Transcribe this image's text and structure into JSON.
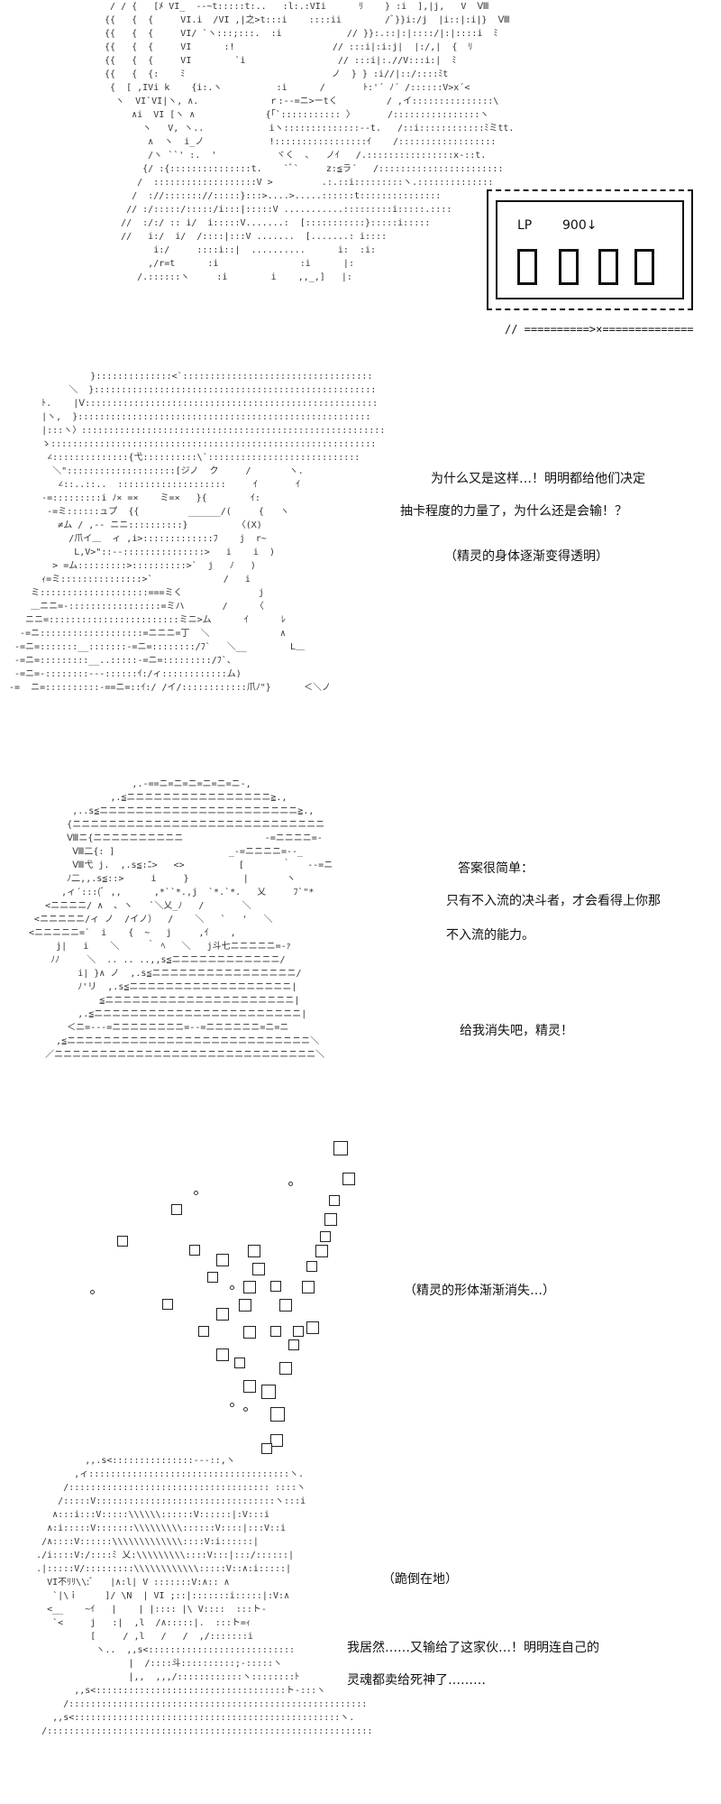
{
  "panel1": {
    "art": [
      "  / / {   [ﾒ VI_  --~t:::::t:..   :l:.:VIi      ﾘ    } :i  ],|j,   V  Ⅷ",
      " {{   {  {     VI.i  /VI ,|之>t:::i    ::::ii        /ﾞ}}i:/j  |i::|:i|}  Ⅷ",
      " {{   {  {     VI/ `ヽ:::;:::.  :i            // }}:.::|:|::::/|:|::::i  ﾐ",
      " {{   {  {     VI      :!                  // :::i|:i:j|  |:/,|  {  ﾘ",
      " {{   {  {     VI        `i                 // :::i|:.//V:::i:|  ﾐ",
      " {{   {  {:    ﾐ                           ノ  } } :i//|::/::::ﾐt",
      "  {  [ ,IVi k    {i:.ヽ          :i      /       ﾄ:'´ ﾉ´ /::::::V>x´<",
      "   ヽ  VI`VI|ヽ, ∧.             ｒ:-‐=ニ>ーtく         / ,イ:::::::::::::::\\",
      "      ∧i  VI [ヽ ∧             {「`::::::::::: 〉      /::::::::::::::::ヽ",
      "        ヽ   V, ヽ..            iヽ::::::::::::::-‐t.   /::i::::::::::::ﾐミtt.",
      "         ∧  ヽ  i_ノ            !:::::::::::::::::ｲ    /::::::::::::::::::",
      "         /ヽ ``' :.  '           ヾく  ､   ノｲ   /.::::::::::::::::x-::t.",
      "        {/ :{:::::::::::::::t.    `ﾞ`     z:≦ラ´   /:::::::::::::::::::::::",
      "       /  :::::::::::::::::::V >         .:.::i:::::::::ヽ.::::::::::::::",
      "      /  ://::::::://:::::}:::>....>.....::::::t:::::::::::::::",
      "     // :/:::::/:::::/i:::|:::::V ...........:::::::::i:::::.::::",
      "    //  :/:/ :: i/  i:::::V.......:  [:::::::::::}:::::i:::::",
      "    //   i:/  i/  /::::|:::V .......  [.......: i::::",
      "          i:/     ::::i::|  ..........      i:  :i:",
      "         ,/r=t      :i               :i      |:",
      "       /.::::::ヽ     :i        i    ,,_,]   |:"
    ],
    "lp_label": "LP",
    "lp_value": "900↓",
    "lp_digits": [
      "0",
      "0",
      "0",
      "0"
    ],
    "arrow_line": "// ==========>×=============="
  },
  "panel2": {
    "art": [
      "               }::::::::::::::<`:::::::::::::::::::::::::::::::::::",
      "           ＼  }::::::::::::::::::::::::::::::::::::::::::::::::::::",
      "      ﾄ.    |Ⅴ::::::::::::::::::::::::::::::::::::::::::::::::::::::",
      "      |ヽ,  }::::::::::::::::::::::::::::::::::::::::::::::::::::::",
      "      |:::ヽ〉::::::::::::::::::::::::::::::::::::::::::::::::::::::::",
      "      ゝ::::::::::::::::::::::::::::::::::::::::::::::::::::::::::::",
      "       ∠::::::::::::::{弋::::::::::\\`::::::::::::::::::::::::::::",
      "        ＼\"::::::::::::::::::::[ジノ  ク     /       ヽ.",
      "         ∠::..::..  ::::::::::::::::::::     ｲ       ｲ",
      "      -=:::::::::i ﾉ× =×    ミ=×   }{        ｲ:",
      "       -=ミ::::::ュプ  {{         ______/(     {   ヽ",
      "         ≠ム / ,-‐ ニニ::::::::::}         〈(X)",
      "           /爪イ＿  ィ ,i>:::::::::::::ﾌ    j  r~",
      "            L,V>\"::--:::::::::::::::>   i    i  )",
      "        > =ム:::::::::>::::::::::>`  j   ﾉ   )",
      "      ｨ=ミ:::::::::::::::>`             /   i",
      "    ミ::::::::::::::::::::===ミく              j",
      "    ＿ニニ=-:::::::::::::::::=ミハ       /     〈",
      "   ニニ=::::::::::::::::::::::::ミニ>ム      ｲ      ﾚ",
      "  -=ニ:::::::::::::::::::=ニニニ=丁  ＼             ∧",
      " -=ニ=:::::::__:::::::-=ニ=::::::::/ﾌ`   ＼__        L＿",
      " -=ニ=:::::::::__..:::::-=ニ=:::::::::/ﾌ`、",
      " -=ニ=-::::::::-‐-::::::ｲ:/ィ::::::::::::ム)",
      "-=  ニ=::::::::::-==ニ=::ｲ:/ /イ/::::::::::::爪ﾉ\"}      ＜＼ノ"
    ],
    "line1": "为什么又是这样…！明明都给他们决定",
    "line2": "抽卡程度的力量了，为什么还是会输！？",
    "narration": "（精灵的身体逐渐变得透明）"
  },
  "panel3": {
    "art": [
      "                     ,.-==ニ=ニ=ニ=ニ=ニ=ニ-,",
      "                 ,.≦ニニニニニニニニニニニニニニニニ≧.,",
      "          ,..s≦ニニニニニニニニニニニニニニニニニニニニニニ≧.,",
      "         {ニニニニニニニニニニニニニニニニニニニニニニニニニニニニ",
      "         Ⅷニ{ニニニニニニニニニニ               ‐=ニニニニ=‐",
      "          Ⅷ二{: ]                     _-=ニニニニ=-‐_",
      "          Ⅷ弋 j.  ,.s≦:ﾆ>   <>          [       ｀   ‐‐=ニ",
      "         ﾉ二,,.s≦::>     i     }          |       ヽ",
      "        ,ィ´:::(ﾞ ,,      ,*``*.,j  `*.`*.   乂     ﾌ`\"*",
      "     <ニニニニ/ ∧  ､ ヽ   `＼乂_ﾉ   /       ＼",
      "   <ニニニニニ/ィ ノ  /イノ）  /    ＼   `   '   ＼",
      "  <ニニニニニ=`  i    {  ~   j     ,ｲ    ,",
      "       j|   i    ＼     ｀ ﾍ   ＼   j斗七ニニニニニ=-ｧ",
      "      ﾉﾉ     ＼  .. .. ..,,s≦ニニニニニニニニニニニニ/",
      "           i| }∧ ノ  ,.s≦ニニニニニニニニニニニニニニニニ/",
      "           ﾉ'リ  ,.s≦ニニニニニニニニニニニニニニニニニニ|",
      "               ≦ニニニニニニニニニニニニニニニニニニニニニ|",
      "           ,.≦ニニニニニニニニニニニニニニニニニニニニニニニ|",
      "         ＜ニ=‐-‐=ニニニニニニニニ=‐‐=ニニニニニニ=ニ=ニ",
      "       ,≦ニニニニニニニニニニニニニニニニニニニニニニニニニニニ＼",
      "     ／ニニニニニニニニニニニニニニニニニニニニニニニニニニニニニ＼"
    ],
    "line1": "答案很简单：",
    "line2": "只有不入流的决斗者，才会看得上你那",
    "line3": "不入流的能力。",
    "line4": "给我消失吧，精灵！"
  },
  "panel4": {
    "narration": "（精灵的形体渐渐消失…）"
  },
  "panel5": {
    "art": [
      "              ,,.s<:::::::::::::::-‐-::,ヽ",
      "            ,ィ:::::::::::::::::::::::::::::::::::::ヽ.",
      "          /::::::::::::::::::::::::::::::::::::: ::::ヽ",
      "         /:::::V:::::::::::::::::::::::::::::::::ヽ:::i",
      "        ∧:::i:::V:::::\\\\\\\\\\\\::::::V::::::|:V:::i",
      "       ∧:i:::::V:::::::\\\\\\\\\\\\\\\\\\::::::V::::|:::V::i",
      "      /∧::::V::::::\\\\\\\\\\\\\\\\\\\\\\\\\\::::V:i::::::|",
      "     ./i::::V:/::::ﾐ 乂:\\\\\\\\\\\\\\\\\\::::V:::|:::/::::::|",
      "     .|:::::V/:::::::::\\\\\\\\\\\\\\\\\\\\\\\\:::::V::∧:i:::::|",
      "       VI不ﾘﾘ\\\\:ﾞ   |∧:l| V :::::::V:∧:: ∧",
      "        `|\\ｉ     ]/ \\N  | VI ;::|:::::::i:::::|:V:∧",
      "       <__    ~ｲ   |    | |:::: |\\ V::::  :::ト‐",
      "        `<     j   :|  ,l  /∧:::::|.  :::ト=ｨ",
      "               [     / ,l   /   /  ,/:::::::i",
      "                ヽ..  ,,s<:::::::::::::::::::::::::::",
      "                      |  /::::斗::::::::::;-:::::ヽ",
      "                      |,,  ,,,/::::::::::::ヽ::::::::ﾄ",
      "            ,,s<:::::::::::::::::::::::::::::::::::ト-:::ヽ",
      "          /:::::::::::::::::::::::::::::::::::::::::::::::::::::::",
      "        ,,s<:::::::::::::::::::::::::::::::::::::::::::::::::ヽ.",
      "      /::::::::::::::::::::::::::::::::::::::::::::::::::::::::::::"
    ],
    "narration": "（跪倒在地）",
    "line1": "我居然……又输给了这家伙…！明明连自己的",
    "line2": "灵魂都卖给死神了………"
  }
}
